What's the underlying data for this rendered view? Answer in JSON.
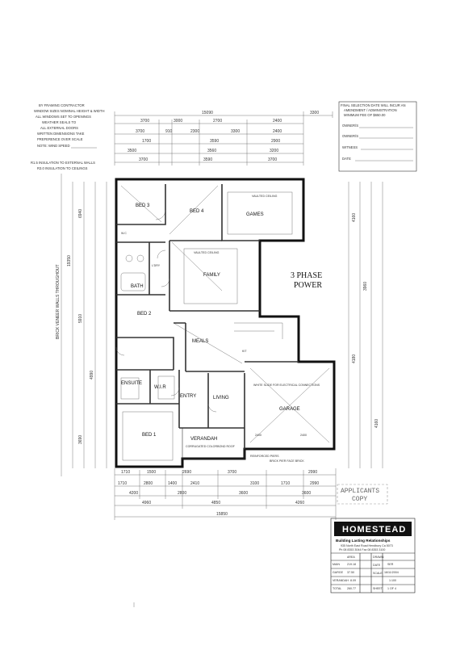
{
  "notes": {
    "top_left": [
      "BY FRAMING CONTRACTOR",
      "WINDOW SIZES NOMINAL HEIGHT & WIDTH",
      "ALL WINDOWS SET TO OPENINGS",
      "WEATHER SEALS TO",
      "ALL EXTERNAL DOORS",
      "WRITTEN DIMENSIONS TAKE",
      "PREFERENCE OVER SCALE",
      "NOTE: WIND SPEED"
    ],
    "insulation": [
      "R1.5 INSULATION TO EXTERNAL WALLS",
      "R3.0 INSULATION TO CEILINGS"
    ],
    "top_right": [
      "FINAL SELECTION DATE WILL INCUR AN",
      "AMENDMENT / ADMINISTRATION",
      "MINIMUM FEE OF $650.00"
    ],
    "owner_fields": [
      "OWNER/S",
      "OWNER/S",
      "WITNESS",
      "DATE"
    ]
  },
  "dimensions": {
    "top_total": "15090",
    "top_side": "3300",
    "top_row1": [
      "3700",
      "3000",
      "2700",
      "2400"
    ],
    "top_row2": [
      "3700",
      "910",
      "2300",
      "3300",
      "2400"
    ],
    "top_row3": [
      "1700",
      "3590",
      "2900"
    ],
    "top_row4": [
      "3500",
      "3560",
      "3200"
    ],
    "top_row5": [
      "3700",
      "3590",
      "3700"
    ],
    "bottom_row1": [
      "1710",
      "1500",
      "2690",
      "3700",
      "2990"
    ],
    "bottom_row2": [
      "1710",
      "2800",
      "1400",
      "2410",
      "3100",
      "1710",
      "2990"
    ],
    "bottom_row3": [
      "4200",
      "2800",
      "3600",
      "3600"
    ],
    "bottom_row4": [
      "4960",
      "4850",
      "4260"
    ],
    "bottom_total": "15850",
    "left_total": "19350",
    "left_rotated_note": "BRICK VENEER WALLS THROUGHOUT",
    "right_cols": [
      "4160",
      "3960",
      "4180",
      "4160"
    ],
    "left_cols": [
      "6940",
      "5910",
      "4990",
      "3690"
    ]
  },
  "rooms": {
    "bed3": "BED 3",
    "bed4": "BED 4",
    "games": "GAMES",
    "family": "FAMILY",
    "bath": "BATH",
    "bed2": "BED 2",
    "meals": "MEALS",
    "ensuite": "ENSUITE",
    "wir": "W.I.R",
    "entry": "ENTRY",
    "living": "LIVING",
    "garage": "GARAGE",
    "bed1": "BED 1",
    "verandah": "VERANDAH",
    "wc": "W.C",
    "ldry": "L'DRY",
    "kit": "KIT"
  },
  "ceiling_notes": {
    "vaulted": "VAULTED CEILING",
    "garage": "WHITE SLIDE FOR ELECTRICAL CONNECTIONS",
    "reinforced_piers": "REINFORCED PIERS",
    "verandah_note": "CORRUGATED COLORBOND ROOF",
    "garage_roof": "BRICK PIER FACE BRICK",
    "ceiling_h": "2400"
  },
  "power_label_line1": "3 PHASE",
  "power_label_line2": "POWER",
  "stamp": {
    "line1": "APPLICANTS",
    "line2": "COPY"
  },
  "title_block": {
    "logo": "HOMESTEAD",
    "tagline": "Building Lasting Relationships",
    "address": "935 North East Road Hendbury Ca 5073",
    "contact": "Ph 08 8353 3044 Fax 08 8353 3100",
    "area_header": "AREA",
    "rows": [
      {
        "label": "MAIN",
        "value": "219.18",
        "k": "DRAWN",
        "v": "SER"
      },
      {
        "label": "GARGE",
        "value": "37.50",
        "k": "DATE",
        "v": "16/11/2004"
      },
      {
        "label": "VERANDAH",
        "value": "8.09",
        "k": "SCALE",
        "v": "1:100"
      },
      {
        "label": "TOTAL",
        "value": "260.77",
        "k": "SHEET",
        "v": "1 OF 4"
      }
    ]
  }
}
